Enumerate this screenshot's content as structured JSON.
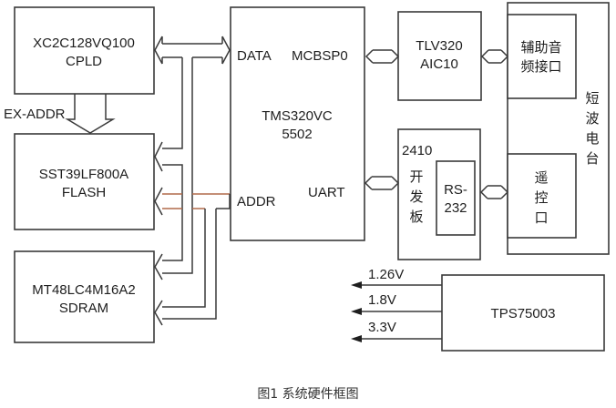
{
  "caption": "图1  系统硬件框图",
  "blocks": {
    "cpld": {
      "line1": "XC2C128VQ100",
      "line2": "CPLD"
    },
    "flash": {
      "line1": "SST39LF800A",
      "line2": "FLASH"
    },
    "sdram": {
      "line1": "MT48LC4M16A2",
      "line2": "SDRAM"
    },
    "dsp": {
      "line1": "TMS320VC",
      "line2": "5502",
      "port_data": "DATA",
      "port_mcbsp": "MCBSP0",
      "port_addr": "ADDR",
      "port_uart": "UART"
    },
    "codec": {
      "line1": "TLV320",
      "line2": "AIC10"
    },
    "devboard": {
      "line1": "2410",
      "chars": [
        "开",
        "发",
        "板"
      ]
    },
    "rs232": {
      "line1": "RS-",
      "line2": "232"
    },
    "radio": {
      "chars": [
        "短",
        "波",
        "电",
        "台"
      ]
    },
    "aux_audio": {
      "line1": "辅助音",
      "line2": "频接口"
    },
    "remote": {
      "chars": [
        "遥",
        "控",
        "口"
      ]
    },
    "regulator": {
      "label": "TPS75003"
    }
  },
  "signals": {
    "ex_addr": "EX-ADDR",
    "voltages": [
      "1.26V",
      "1.8V",
      "3.3V"
    ]
  }
}
